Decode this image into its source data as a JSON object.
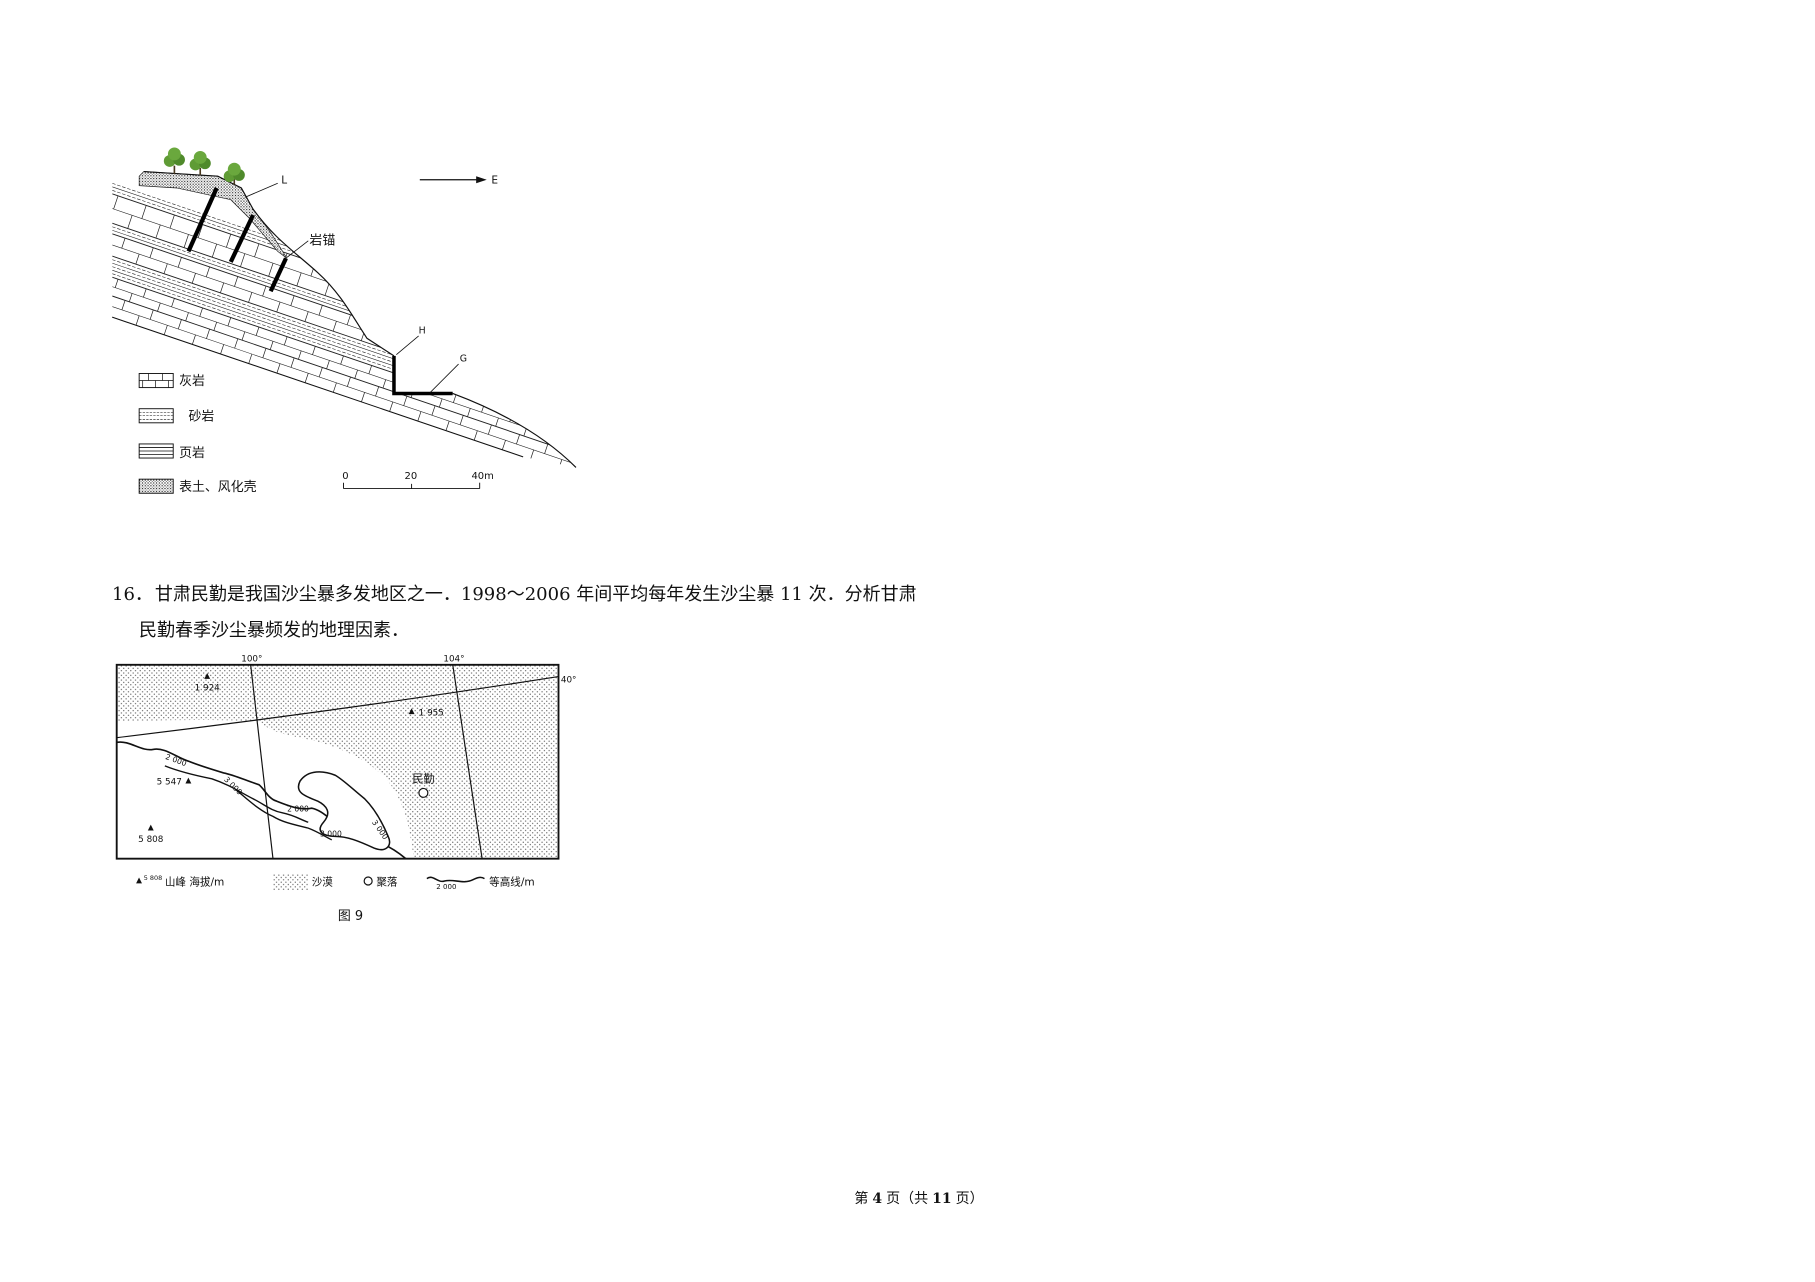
{
  "figure_geology": {
    "label_l": "L",
    "label_east": "E",
    "label_rock_anchor": "岩锚",
    "label_h": "H",
    "label_g": "G",
    "legend": {
      "limestone": "灰岩",
      "sandstone": "砂岩",
      "shale": "页岩",
      "topsoil": "表土、风化壳"
    },
    "scale": {
      "start": "0",
      "mid": "20",
      "end": "40m"
    }
  },
  "question": {
    "number": "16．",
    "line1": "甘肃民勤是我国沙尘暴多发地区之一．1998～2006 年间平均每年发生沙尘暴 11 次．分析甘肃",
    "line2": "民勤春季沙尘暴频发的地理因素．"
  },
  "figure_map": {
    "meridian_west": "100°",
    "meridian_east": "104°",
    "parallel": "40°",
    "peaks": [
      "1 924",
      "1 955",
      "5 547",
      "5 808"
    ],
    "contours": [
      "2 000",
      "3 000",
      "2 000",
      "3 000",
      "3 000"
    ],
    "settlement": "民勤",
    "legend": {
      "peak_sample": "5 808",
      "peak": "山峰 海拔/m",
      "desert": "沙漠",
      "settlement": "聚落",
      "contour_sample": "2 000",
      "contour": "等高线/m"
    },
    "caption": "图 9"
  },
  "footer": {
    "prefix": "第",
    "page": "4",
    "middle": "页（共",
    "total": "11",
    "suffix": "页）"
  }
}
